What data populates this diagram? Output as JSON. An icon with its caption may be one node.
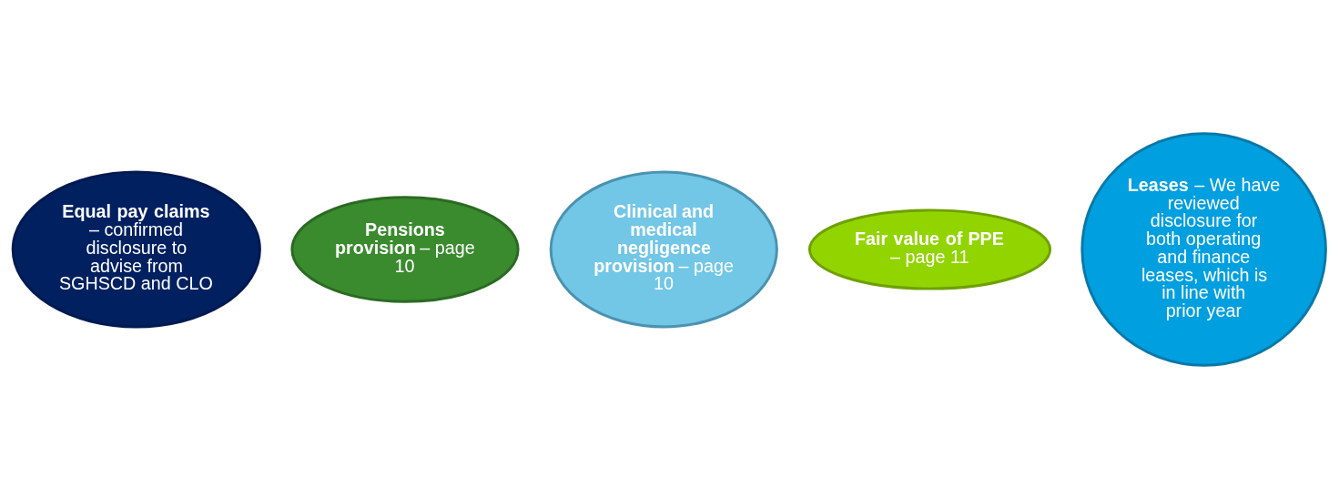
{
  "diagram": {
    "nodes": [
      {
        "text": [
          "**Equal pay claims** – confirmed disclosure to advise from SGHSCD and CLO"
        ]
      },
      {
        "text": [
          "**Pensions provision** – page 10"
        ]
      },
      {
        "text": [
          "**Clinical and medical negligence provision** – page 10"
        ]
      },
      {
        "text": [
          "**Fair value of PPE** – page 11"
        ]
      },
      {
        "text": [
          "**Leases** – We have reviewed disclosure for both operating and finance leases, which is in line with prior year"
        ]
      }
    ],
    "edges": []
  }
}
